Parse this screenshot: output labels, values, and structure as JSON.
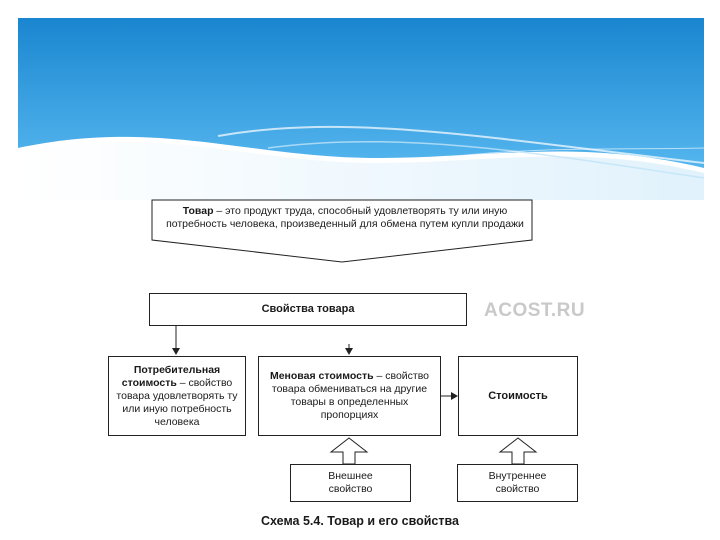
{
  "definition": {
    "term": "Товар",
    "text": " – это продукт труда, способный удовлетворять ту или иную потребность человека, произведенный для обмена путем купли продажи"
  },
  "properties_box": {
    "label": "Свойства товара"
  },
  "consumer_value": {
    "term": "Потребительная стоимость",
    "text": " – свойство товара удовлетворять ту или иную потребность человека"
  },
  "exchange_value": {
    "term": "Меновая стоимость",
    "text": " – свойство товара обмениваться на другие товары в определенных пропорциях"
  },
  "value_box": {
    "label": "Стоимость"
  },
  "external_box": {
    "label": "Внешнее свойство"
  },
  "internal_box": {
    "label": "Внутреннее свойство"
  },
  "watermark": "ACOST.RU",
  "caption": "Схема 5.4. Товар и его свойства",
  "colors": {
    "sky_top": "#1f8fd6",
    "sky_light": "#6cc0f0",
    "box_border": "#222222"
  }
}
